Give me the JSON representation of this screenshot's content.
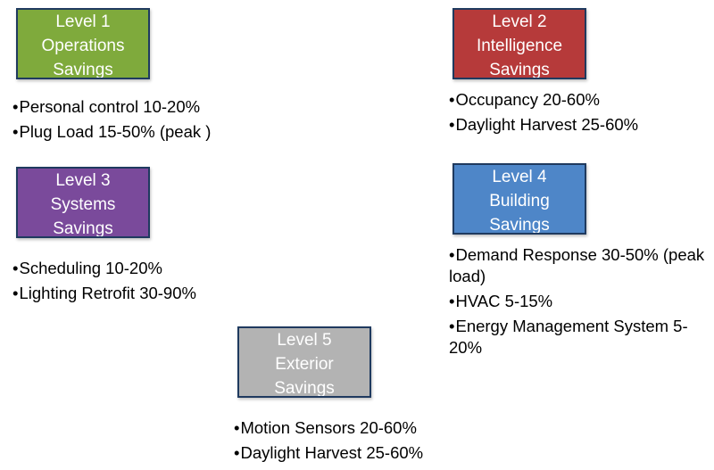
{
  "levels": [
    {
      "title_lines": [
        "Level 1",
        "Operations",
        "Savings"
      ],
      "color": "#7faa3c",
      "items": [
        "Personal control 10-20%",
        "Plug Load 15-50% (peak )"
      ]
    },
    {
      "title_lines": [
        "Level 2",
        "Intelligence",
        "Savings"
      ],
      "color": "#b63a3a",
      "items": [
        "Occupancy 20-60%",
        "Daylight Harvest 25-60%"
      ]
    },
    {
      "title_lines": [
        "Level 3",
        "Systems",
        "Savings"
      ],
      "color": "#7a4a9b",
      "items": [
        "Scheduling 10-20%",
        "Lighting Retrofit 30-90%"
      ]
    },
    {
      "title_lines": [
        "Level 4",
        "Building",
        "Savings"
      ],
      "color": "#4e86c8",
      "items": [
        "Demand Response 30-50% (peak load)",
        "HVAC 5-15%",
        "Energy Management System 5-20%"
      ]
    },
    {
      "title_lines": [
        "Level 5",
        "Exterior",
        "Savings"
      ],
      "color": "#b3b3b3",
      "items": [
        "Motion Sensors 20-60%",
        "Daylight Harvest 25-60%"
      ]
    }
  ],
  "bullet_glyph": "•"
}
